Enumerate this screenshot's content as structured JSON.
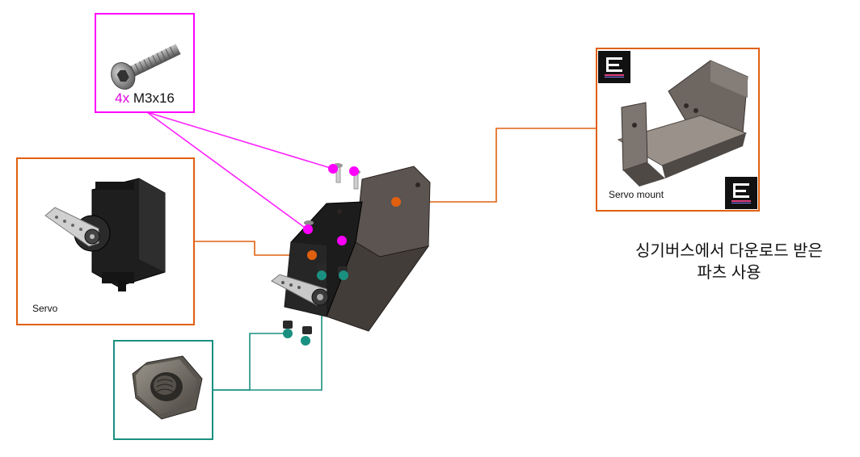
{
  "screw": {
    "quantity": "4x",
    "spec": "M3x16"
  },
  "servo": {
    "label": "Servo"
  },
  "mount": {
    "label": "Servo mount"
  },
  "note": {
    "line1": "싱기버스에서 다운로드 받은",
    "line2": "파츠 사용"
  },
  "colors": {
    "screw_accent": "#ff00ff",
    "printed_part_accent": "#e06010",
    "nut_accent": "#1a9080"
  },
  "icons": {
    "thingiverse_logo": "thingiverse-logo-icon"
  }
}
